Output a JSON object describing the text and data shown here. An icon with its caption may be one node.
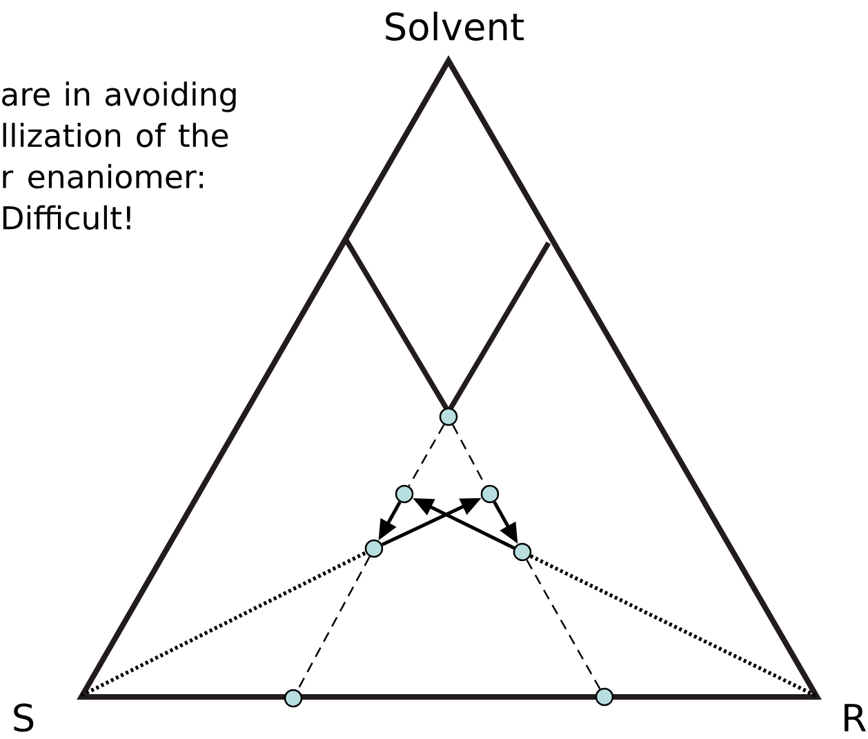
{
  "diagram": {
    "nodes": [
      {
        "text": [],
        "shape": "circle"
      },
      {
        "text": [],
        "shape": "circle"
      },
      {
        "text": [],
        "shape": "circle"
      },
      {
        "text": [],
        "shape": "circle"
      },
      {
        "text": [],
        "shape": "circle"
      },
      {
        "text": [],
        "shape": "circle"
      },
      {
        "text": [],
        "shape": "circle"
      }
    ],
    "edges": [
      {
        "from": 0,
        "to": 1,
        "arrow": "none",
        "style": "dashed"
      },
      {
        "from": 0,
        "to": 2,
        "arrow": "none",
        "style": "dashed"
      },
      {
        "from": 3,
        "to": 5,
        "arrow": "none",
        "style": "dashed"
      },
      {
        "from": 4,
        "to": 6,
        "arrow": "none",
        "style": "dashed"
      },
      {
        "from": 1,
        "to": 3,
        "arrow": "to"
      },
      {
        "from": 3,
        "to": 2,
        "arrow": "to"
      },
      {
        "from": 2,
        "to": 4,
        "arrow": "to"
      },
      {
        "from": 4,
        "to": 1,
        "arrow": "to"
      },
      {
        "from": null,
        "to": 3,
        "arrow": "none",
        "style": "dashed"
      },
      {
        "from": null,
        "to": 4,
        "arrow": "none",
        "style": "dashed"
      }
    ],
    "labels": [
      "Solvent",
      "are in avoiding llization of the r enaniomer: Difficult!",
      "S",
      "R"
    ]
  }
}
